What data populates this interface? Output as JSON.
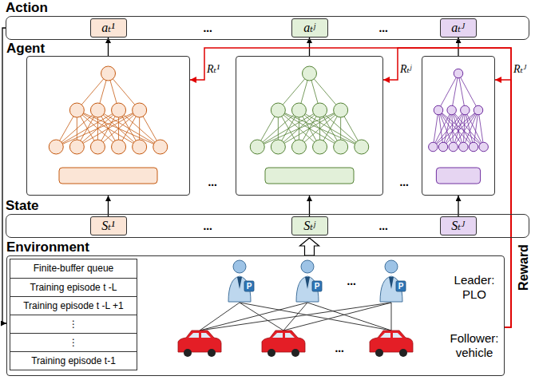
{
  "diagram": {
    "nodes": [
      {
        "text": [
          "Action"
        ]
      },
      {
        "text": [
          "aₜ¹"
        ],
        "in": 0
      },
      {
        "text": [
          "aₜʲ"
        ],
        "in": 0
      },
      {
        "text": [
          "aₜᴶ"
        ],
        "in": 0
      },
      {
        "text": []
      },
      {
        "text": []
      },
      {
        "text": []
      },
      {
        "text": [
          "State"
        ]
      },
      {
        "text": [
          "Sₜ¹"
        ],
        "in": 7
      },
      {
        "text": [
          "Sₜʲ"
        ],
        "in": 7
      },
      {
        "text": [
          "Sₜᴶ"
        ],
        "in": 7
      },
      {
        "text": [
          "Environment"
        ]
      },
      {
        "text": [
          "Finite-buffer queue"
        ],
        "in": 11
      },
      {
        "text": [
          "Training episode t -L"
        ],
        "in": 12
      },
      {
        "text": [
          "Training episode t -L +1"
        ],
        "in": 12
      },
      {
        "text": [
          "⋮"
        ],
        "in": 12
      },
      {
        "text": [
          "⋮"
        ],
        "in": 12
      },
      {
        "text": [
          "Training episode t-1"
        ],
        "in": 12
      }
    ],
    "edges": [
      {
        "from": 4,
        "to": 1,
        "arrow": "to"
      },
      {
        "from": 5,
        "to": 2,
        "arrow": "to"
      },
      {
        "from": 6,
        "to": 3,
        "arrow": "to"
      },
      {
        "from": 8,
        "to": 4,
        "arrow": "to"
      },
      {
        "from": 9,
        "to": 5,
        "arrow": "to"
      },
      {
        "from": 10,
        "to": 6,
        "arrow": "to"
      },
      {
        "from": 11,
        "to": 7,
        "arrow": "to"
      },
      {
        "from": 0,
        "to": 11,
        "arrow": "to"
      },
      {
        "from": 11,
        "to": 4,
        "label": "Rₜ¹",
        "arrow": "to"
      },
      {
        "from": 11,
        "to": 5,
        "label": "Rₜʲ",
        "arrow": "to"
      },
      {
        "from": 11,
        "to": 6,
        "label": "Rₜᴶ",
        "arrow": "to"
      }
    ],
    "labels": [
      "Agent",
      "...",
      "...",
      "...",
      "...",
      "...",
      "...",
      "P",
      "P",
      "P",
      "...",
      "...",
      "Leader: PLO",
      "Follower: vehicle",
      "Reward"
    ]
  }
}
